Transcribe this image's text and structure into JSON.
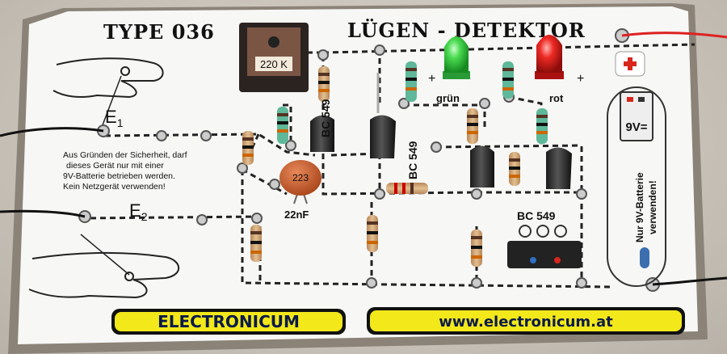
{
  "title_left": "TYPE   036",
  "title_right": "LÜGEN - DETEKTOR",
  "potentiometer_label": "220 K",
  "capacitor_code": "223",
  "capacitor_value": "22nF",
  "transistor_label": "BC 549",
  "electrode_1": "E",
  "electrode_1_sub": "1",
  "electrode_2": "E",
  "electrode_2_sub": "2",
  "warning_lines": [
    "Aus Gründen der Sicherheit, darf",
    "dieses Gerät nur mit einer",
    "9V-Batterie betrieben werden.",
    "Kein Netzgerät verwenden!"
  ],
  "led_green_label": "grün",
  "led_red_label": "rot",
  "battery_label": "9V=",
  "battery_vertical_1": "Nur 9V-Batterie",
  "battery_vertical_2": "verwenden!",
  "brand": "ELECTRONICUM",
  "url": "www.electronicum.at",
  "colors": {
    "board": "#f7f7f5",
    "brand_bar": "#f2e81a",
    "led_green": "#36d24a",
    "led_red": "#e8201c",
    "capacitor": "#c2551f",
    "plus_badge": "#d8261d"
  }
}
